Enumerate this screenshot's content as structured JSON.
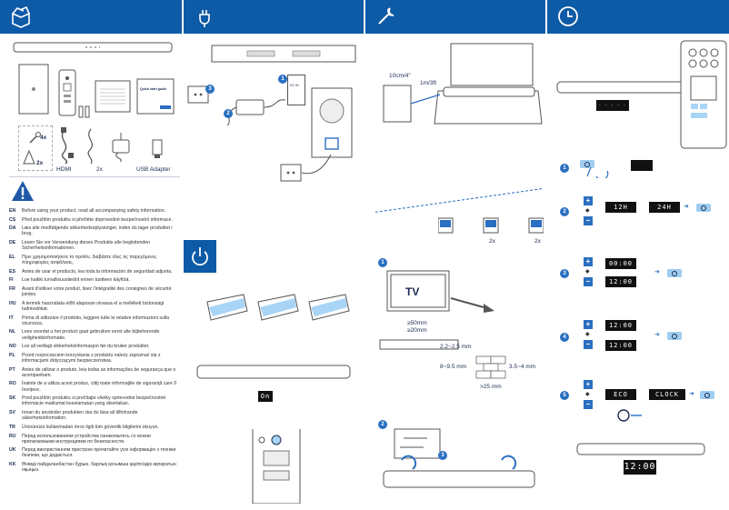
{
  "languages": [
    {
      "code": "EN",
      "text": "Before using your product, read all accompanying safety information."
    },
    {
      "code": "CS",
      "text": "Před použitím produktu si přečtěte doprovodné bezpečnostní informace."
    },
    {
      "code": "DA",
      "text": "Læs alle medfølgende sikkerhedsoplysninger, inden du tager produktet i brug."
    },
    {
      "code": "DE",
      "text": "Lesen Sie vor Verwendung dieses Produkts alle begleitenden Sicherheitsinformationen."
    },
    {
      "code": "EL",
      "text": "Πριν χρησιμοποιήσετε το προϊόν, διαβάστε όλες τις παρεχόμενες πληροφορίες ασφάλειας."
    },
    {
      "code": "ES",
      "text": "Antes de usar el producto, lea toda la información de seguridad adjunta."
    },
    {
      "code": "FI",
      "text": "Lue kaikki turvallisuustiedot ennen tuotteen käyttöä."
    },
    {
      "code": "FR",
      "text": "Avant d'utiliser votre produit, lisez l'intégralité des consignes de sécurité jointes."
    },
    {
      "code": "HU",
      "text": "A termék használata előtt alaposan olvassa el a mellékelt biztonsági tudnivalókat."
    },
    {
      "code": "IT",
      "text": "Prima di utilizzare il prodotto, leggere tutte le relative informazioni sulla sicurezza."
    },
    {
      "code": "NL",
      "text": "Lees voordat u het product gaat gebruiken eerst alle bijbehorende veiligheidsinformatie."
    },
    {
      "code": "NO",
      "text": "Les all vedlagt sikkerhetsinformasjon før du bruker produktet."
    },
    {
      "code": "PL",
      "text": "Przed rozpoczęciem korzystania z produktu należy zapoznać się z informacjami dotyczącymi bezpieczeństwa."
    },
    {
      "code": "PT",
      "text": "Antes de utilizar o produto, leia todas as informações de segurança que o acompanham."
    },
    {
      "code": "RO",
      "text": "Înainte de a utiliza acest produs, citiţi toate informaţiile de siguranţă care îl însoţesc."
    },
    {
      "code": "SK",
      "text": "Pred použitím produktu si prečítajte všetky sprievodné bezpečnostné informácie maklumat keselamatan yang disertakan."
    },
    {
      "code": "SV",
      "text": "Innan du använder produkten ska du läsa all tillhörande säkerhetsinformation."
    },
    {
      "code": "TR",
      "text": "Ürününüzü kullanmadan önce ilgili tüm güvenlik bilgilerini okuyun."
    },
    {
      "code": "RU",
      "text": "Перед использованием устройства ознакомьтесь со всеми прилагаемыми инструкциями по безопасности."
    },
    {
      "code": "UK",
      "text": "Перед використанням пристрою прочитайте усю інформацію з техніки безпеки, що додається."
    },
    {
      "code": "KK",
      "text": "Өнімді пайдаланбастан бұрын, барлық қосымша қауіпсіздік ақпаратын оқыңыз."
    }
  ],
  "box_contents": {
    "qty_brackets": "4x",
    "qty_screws": "2x",
    "hdmi_label": "HDMI",
    "qty_cables": "2x",
    "usb_label": "USB Adapter",
    "manual_title": "Quick start guide"
  },
  "connect": {
    "plug_label": "DC IN",
    "steps": [
      "1",
      "2",
      "3"
    ]
  },
  "power": {
    "display": "On"
  },
  "mount": {
    "clearance_top": "10cm/4\"",
    "clearance_side": "1m/3ft",
    "tv_label": "TV",
    "dim_a": "≥50mm",
    "dim_b": "≥20mm",
    "drill": "2.2~2.5 mm",
    "depth": "8~9.5 mm",
    "anchor": "3.5~4 mm",
    "length": ">25 mm",
    "tool_counts": [
      "2x",
      "2x"
    ],
    "steps": [
      "1",
      "2",
      "3"
    ]
  },
  "clock": {
    "display_top": "- - : - - : - -",
    "steps": [
      "1",
      "2",
      "3",
      "4",
      "5"
    ],
    "step2_a": "12H",
    "step2_b": "24H",
    "step3_a": "00:00",
    "step3_b": "12:00",
    "step4_a": "12:00",
    "step4_b": "12:00",
    "step5_a": "ECO",
    "step5_b": "CLOCK",
    "final": "12:00",
    "plus": "+",
    "minus": "−"
  }
}
